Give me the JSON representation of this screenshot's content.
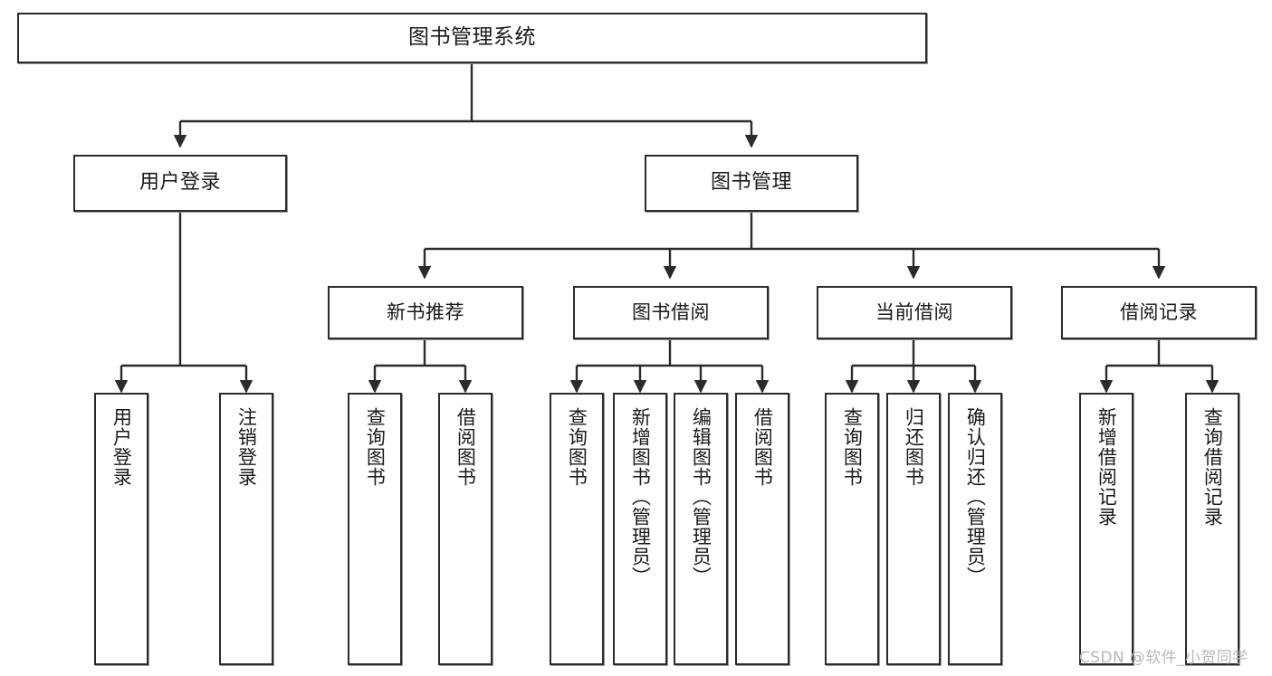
{
  "diagram": {
    "type": "tree-hierarchy",
    "title": "图书管理系统",
    "orientation": "top-down",
    "colors": {
      "box_border": "#2b2b2b",
      "box_fill": "#ffffff",
      "connector": "#2b2b2b",
      "text": "#1a1a1a",
      "watermark": "#b9b9b9",
      "background": "#ffffff"
    },
    "root": {
      "label": "图书管理系统"
    },
    "level2": [
      {
        "id": "user-login",
        "label": "用户登录"
      },
      {
        "id": "book-manage",
        "label": "图书管理"
      }
    ],
    "level3": [
      {
        "id": "new-book-recommend",
        "label": "新书推荐",
        "parent": "book-manage"
      },
      {
        "id": "book-borrow",
        "label": "图书借阅",
        "parent": "book-manage"
      },
      {
        "id": "current-borrow",
        "label": "当前借阅",
        "parent": "book-manage"
      },
      {
        "id": "borrow-record",
        "label": "借阅记录",
        "parent": "book-manage"
      }
    ],
    "leaves": [
      {
        "id": "leaf-user-login",
        "label": "用户登录",
        "parent": "user-login"
      },
      {
        "id": "leaf-logout-login",
        "label": "注销登录",
        "parent": "user-login"
      },
      {
        "id": "leaf-query-book-1",
        "label": "查询图书",
        "parent": "new-book-recommend"
      },
      {
        "id": "leaf-borrow-book-1",
        "label": "借阅图书",
        "parent": "new-book-recommend"
      },
      {
        "id": "leaf-query-book-2",
        "label": "查询图书",
        "parent": "book-borrow"
      },
      {
        "id": "leaf-add-book",
        "label": "新增图书（管理员）",
        "parent": "book-borrow"
      },
      {
        "id": "leaf-edit-book",
        "label": "编辑图书（管理员）",
        "parent": "book-borrow"
      },
      {
        "id": "leaf-borrow-book-2",
        "label": "借阅图书",
        "parent": "book-borrow"
      },
      {
        "id": "leaf-query-book-3",
        "label": "查询图书",
        "parent": "current-borrow"
      },
      {
        "id": "leaf-return-book",
        "label": "归还图书",
        "parent": "current-borrow"
      },
      {
        "id": "leaf-confirm-return",
        "label": "确认归还（管理员）",
        "parent": "current-borrow"
      },
      {
        "id": "leaf-add-record",
        "label": "新增借阅记录",
        "parent": "borrow-record"
      },
      {
        "id": "leaf-query-record",
        "label": "查询借阅记录",
        "parent": "borrow-record"
      }
    ]
  },
  "watermark": {
    "text": "CSDN @软件_小贺同学"
  }
}
